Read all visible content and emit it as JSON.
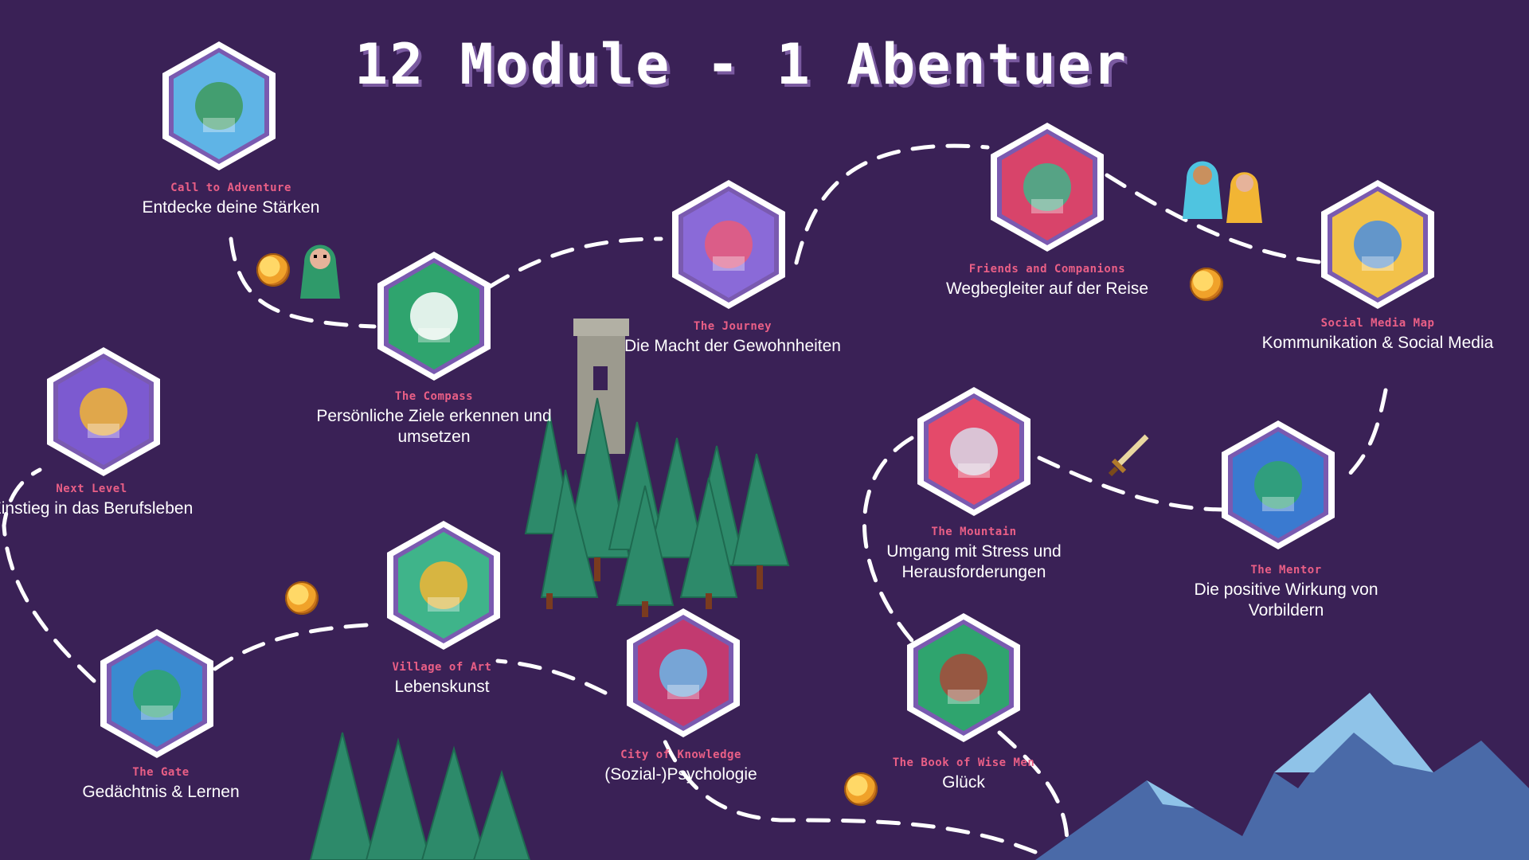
{
  "title": "12 Module - 1 Abentuer",
  "modules": [
    {
      "sub": "Call to Adventure",
      "label": "Entdecke deine Stärken",
      "icon": "landscape-icon"
    },
    {
      "sub": "The Compass",
      "label": "Persönliche Ziele erkennen und umsetzen",
      "icon": "compass-icon"
    },
    {
      "sub": "The Journey",
      "label": "Die Macht der Gewohnheiten",
      "icon": "map-pins-icon"
    },
    {
      "sub": "Friends and Companions",
      "label": "Wegbegleiter auf der Reise",
      "icon": "friends-icon"
    },
    {
      "sub": "Social Media Map",
      "label": "Kommunikation & Social Media",
      "icon": "social-media-icon"
    },
    {
      "sub": "Next Level",
      "label": "Einstieg in das Berufsleben",
      "icon": "trophy-icon"
    },
    {
      "sub": "The Mountain",
      "label": "Umgang mit Stress und Herausforderungen",
      "icon": "mountain-icon"
    },
    {
      "sub": "The Mentor",
      "label": "Die positive Wirkung von Vorbildern",
      "icon": "wizard-icon"
    },
    {
      "sub": "Village of Art",
      "label": "Lebenskunst",
      "icon": "village-icon"
    },
    {
      "sub": "City of Knowledge",
      "label": "(Sozial-)Psychologie",
      "icon": "city-icon"
    },
    {
      "sub": "The Book of Wise Men",
      "label": "Glück",
      "icon": "book-icon"
    },
    {
      "sub": "The Gate",
      "label": "Gedächtnis & Lernen",
      "icon": "gate-icon"
    }
  ],
  "colors": {
    "background": "#3a2156",
    "title": "#ffffff",
    "subtitle": "#ea5f86",
    "label": "#ffffff",
    "path": "#ffffff",
    "tree": "#2d8a6a",
    "mountain": "#6f9fd0"
  }
}
